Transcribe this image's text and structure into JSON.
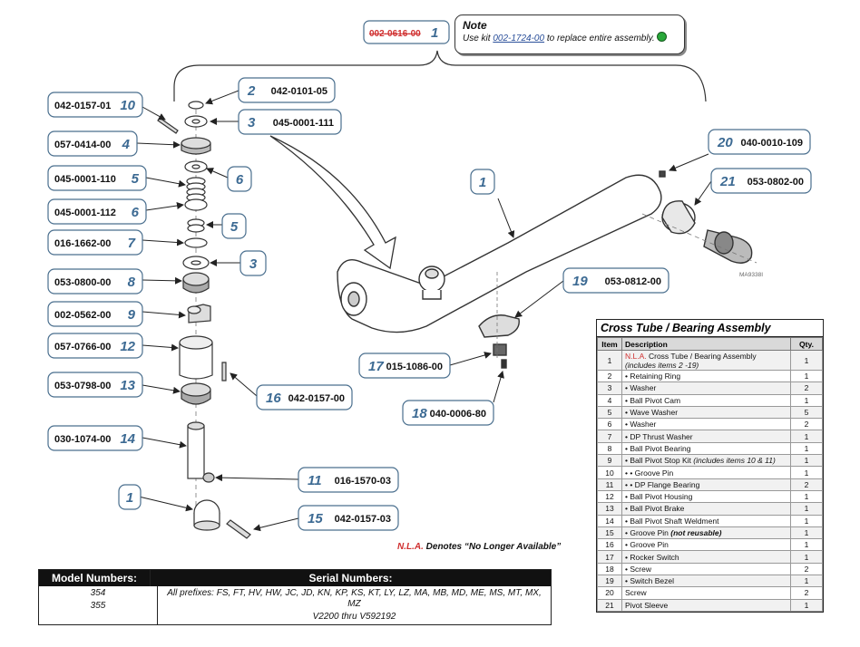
{
  "assembly_callout": {
    "old_number": "002-0616-00",
    "item": "1"
  },
  "note": {
    "title": "Note",
    "text_before": "Use kit ",
    "kit": "002-1724-00",
    "text_after": " to replace entire assembly.",
    "dot_color": "#29a83a"
  },
  "callouts": [
    {
      "part": "042-0101-05",
      "item": "2"
    },
    {
      "part": "045-0001-111",
      "item": "3"
    },
    {
      "part": "042-0157-01",
      "item": "10"
    },
    {
      "part": "057-0414-00",
      "item": "4"
    },
    {
      "part": "",
      "item": "6"
    },
    {
      "part": "045-0001-110",
      "item": "5"
    },
    {
      "part": "045-0001-112",
      "item": "6"
    },
    {
      "part": "",
      "item": "5"
    },
    {
      "part": "016-1662-00",
      "item": "7"
    },
    {
      "part": "",
      "item": "3"
    },
    {
      "part": "053-0800-00",
      "item": "8"
    },
    {
      "part": "002-0562-00",
      "item": "9"
    },
    {
      "part": "057-0766-00",
      "item": "12"
    },
    {
      "part": "042-0157-00",
      "item": "16"
    },
    {
      "part": "053-0798-00",
      "item": "13"
    },
    {
      "part": "030-1074-00",
      "item": "14"
    },
    {
      "part": "016-1570-03",
      "item": "11"
    },
    {
      "part": "",
      "item": "1"
    },
    {
      "part": "042-0157-03",
      "item": "15"
    },
    {
      "part": "",
      "item": "1"
    },
    {
      "part": "040-0010-109",
      "item": "20"
    },
    {
      "part": "053-0802-00",
      "item": "21"
    },
    {
      "part": "053-0812-00",
      "item": "19"
    },
    {
      "part": "015-1086-00",
      "item": "17"
    },
    {
      "part": "040-0006-80",
      "item": "18"
    }
  ],
  "drawing_id": "MA9338I",
  "nla_note": {
    "abbr": "N.L.A.",
    "text": " Denotes “No Longer Available”"
  },
  "parts_table": {
    "title": "Cross Tube / Bearing Assembly",
    "headers": [
      "Item",
      "Description",
      "Qty."
    ],
    "rows": [
      {
        "item": "1",
        "nla": "N.L.A.",
        "desc": " Cross Tube / Bearing Assembly ",
        "note": "(includes items 2 -19)",
        "qty": "1"
      },
      {
        "item": "2",
        "desc": "• Retaining Ring",
        "qty": "1"
      },
      {
        "item": "3",
        "desc": "• Washer",
        "qty": "2"
      },
      {
        "item": "4",
        "desc": "• Ball Pivot Cam",
        "qty": "1"
      },
      {
        "item": "5",
        "desc": "• Wave Washer",
        "qty": "5"
      },
      {
        "item": "6",
        "desc": "• Washer",
        "qty": "2"
      },
      {
        "item": "7",
        "desc": "• DP Thrust Washer",
        "qty": "1"
      },
      {
        "item": "8",
        "desc": "• Ball Pivot Bearing",
        "qty": "1"
      },
      {
        "item": "9",
        "desc": "• Ball Pivot Stop Kit ",
        "note": "(includes items 10 & 11)",
        "qty": "1"
      },
      {
        "item": "10",
        "desc": "• • Groove Pin",
        "qty": "1"
      },
      {
        "item": "11",
        "desc": "• • DP Flange Bearing",
        "qty": "2"
      },
      {
        "item": "12",
        "desc": "• Ball Pivot Housing",
        "qty": "1"
      },
      {
        "item": "13",
        "desc": "• Ball Pivot Brake",
        "qty": "1"
      },
      {
        "item": "14",
        "desc": "• Ball Pivot Shaft Weldment",
        "qty": "1"
      },
      {
        "item": "15",
        "desc": "• Groove Pin ",
        "note_bold": "(not reusable)",
        "qty": "1"
      },
      {
        "item": "16",
        "desc": "• Groove Pin",
        "qty": "1"
      },
      {
        "item": "17",
        "desc": "• Rocker Switch",
        "qty": "1"
      },
      {
        "item": "18",
        "desc": "• Screw",
        "qty": "2"
      },
      {
        "item": "19",
        "desc": "• Switch Bezel",
        "qty": "1"
      },
      {
        "item": "20",
        "desc": "Screw",
        "qty": "2"
      },
      {
        "item": "21",
        "desc": "Pivot Sleeve",
        "qty": "1"
      }
    ]
  },
  "models_table": {
    "model_header": "Model Numbers:",
    "serial_header": "Serial Numbers:",
    "models": [
      "354",
      "355"
    ],
    "serial_line1": "All prefixes: FS, FT, HV, HW, JC, JD, KN, KP, KS, KT, LY, LZ, MA, MB, MD, ME, MS, MT, MX, MZ",
    "serial_line2": "V2200 thru V592192"
  }
}
